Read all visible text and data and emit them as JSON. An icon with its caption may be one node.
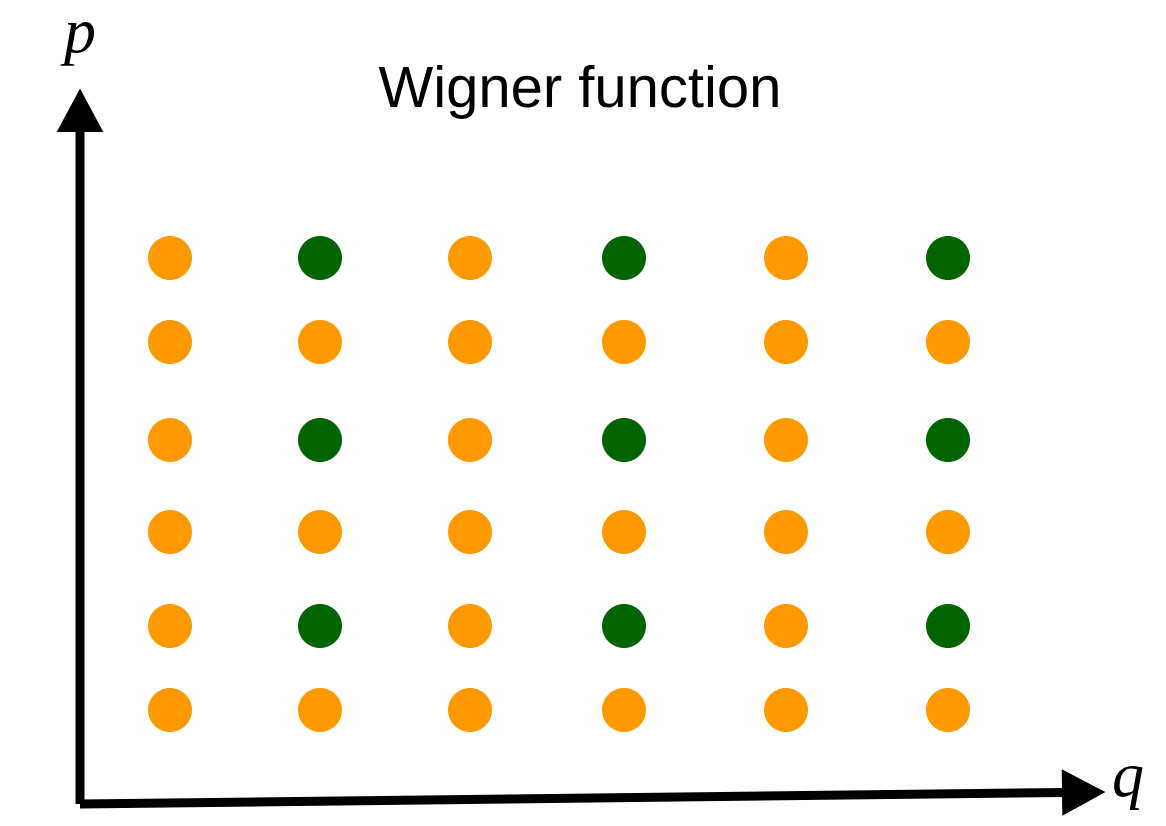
{
  "diagram": {
    "title": "Wigner function",
    "labels": [
      "p",
      "q"
    ]
  }
}
